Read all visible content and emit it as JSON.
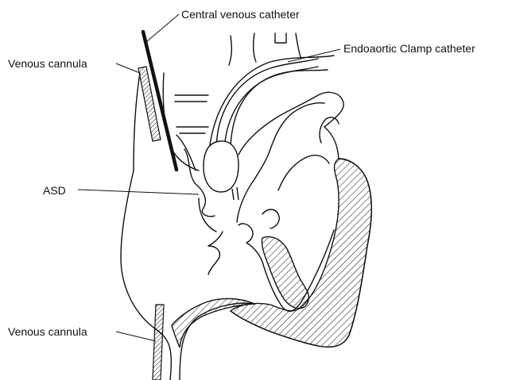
{
  "labels": {
    "central_venous_catheter": "Central venous catheter",
    "endoaortic_clamp_catheter": "Endoaortic Clamp catheter",
    "venous_cannula_top": "Venous cannula",
    "asd": "ASD",
    "venous_cannula_bottom": "Venous cannula"
  },
  "colors": {
    "ink": "#111111",
    "background": "#ffffff"
  }
}
